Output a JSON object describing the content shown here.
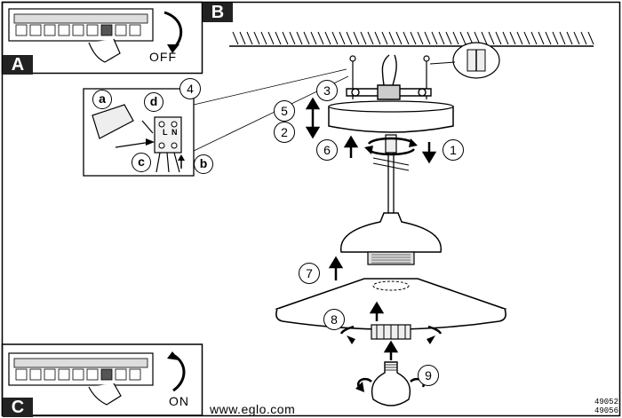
{
  "panels": {
    "a": {
      "letter": "A",
      "switch_label": "OFF"
    },
    "b": {
      "letter": "B"
    },
    "c": {
      "letter": "C",
      "switch_label": "ON"
    }
  },
  "steps": [
    "1",
    "2",
    "3",
    "4",
    "5",
    "6",
    "7",
    "8",
    "9"
  ],
  "wiring_letters": [
    "a",
    "b",
    "c",
    "d"
  ],
  "terminal_marks": [
    "L",
    "N"
  ],
  "footer": {
    "website": "www.eglo.com",
    "article_numbers": [
      "49052",
      "49056"
    ]
  }
}
